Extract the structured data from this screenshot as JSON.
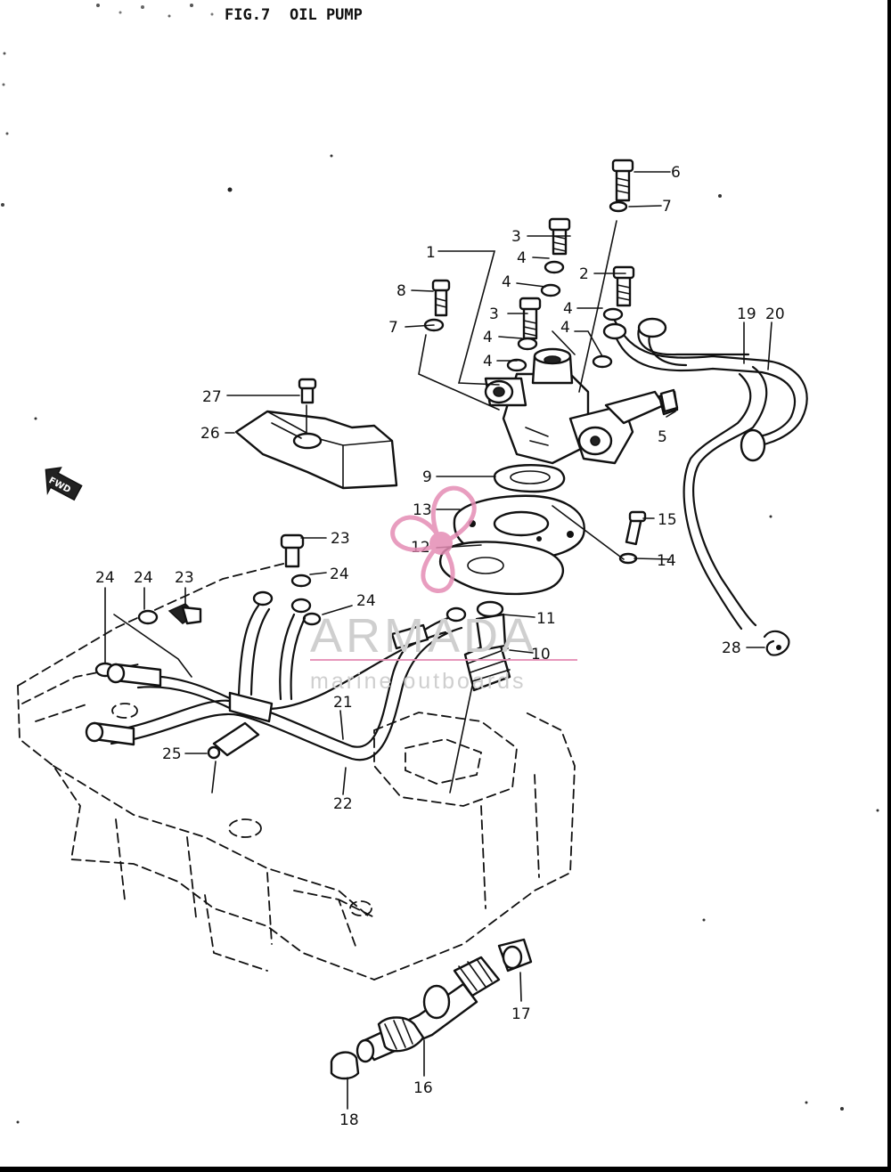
{
  "figure": {
    "number": "FIG.7",
    "title": "OIL PUMP"
  },
  "watermark": {
    "brand": "ARMADA",
    "tagline": "marine outboards",
    "brand_color": "#e48cb4",
    "logo_icon": "propeller-logo-icon"
  },
  "direction_marker": {
    "icon": "fwd-arrow-icon",
    "text": "FWD"
  },
  "callouts": [
    {
      "id": "c6",
      "label": "6"
    },
    {
      "id": "c7a",
      "label": "7"
    },
    {
      "id": "c3a",
      "label": "3"
    },
    {
      "id": "c1",
      "label": "1"
    },
    {
      "id": "c4a",
      "label": "4"
    },
    {
      "id": "c2",
      "label": "2"
    },
    {
      "id": "c4b",
      "label": "4"
    },
    {
      "id": "c8",
      "label": "8"
    },
    {
      "id": "c3b",
      "label": "3"
    },
    {
      "id": "c4c",
      "label": "4"
    },
    {
      "id": "c7b",
      "label": "7"
    },
    {
      "id": "c4d",
      "label": "4"
    },
    {
      "id": "c4e",
      "label": "4"
    },
    {
      "id": "c4f",
      "label": "4"
    },
    {
      "id": "c19",
      "label": "19"
    },
    {
      "id": "c20",
      "label": "20"
    },
    {
      "id": "c27",
      "label": "27"
    },
    {
      "id": "c26",
      "label": "26"
    },
    {
      "id": "c5",
      "label": "5"
    },
    {
      "id": "c9",
      "label": "9"
    },
    {
      "id": "c13",
      "label": "13"
    },
    {
      "id": "c15",
      "label": "15"
    },
    {
      "id": "c12",
      "label": "12"
    },
    {
      "id": "c14",
      "label": "14"
    },
    {
      "id": "c23a",
      "label": "23"
    },
    {
      "id": "c24a",
      "label": "24"
    },
    {
      "id": "c24b",
      "label": "24"
    },
    {
      "id": "c24c",
      "label": "24"
    },
    {
      "id": "c23b",
      "label": "23"
    },
    {
      "id": "c24d",
      "label": "24"
    },
    {
      "id": "c11",
      "label": "11"
    },
    {
      "id": "c10",
      "label": "10"
    },
    {
      "id": "c28",
      "label": "28"
    },
    {
      "id": "c21",
      "label": "21"
    },
    {
      "id": "c25",
      "label": "25"
    },
    {
      "id": "c22",
      "label": "22"
    },
    {
      "id": "c17",
      "label": "17"
    },
    {
      "id": "c16",
      "label": "16"
    },
    {
      "id": "c18",
      "label": "18"
    }
  ]
}
